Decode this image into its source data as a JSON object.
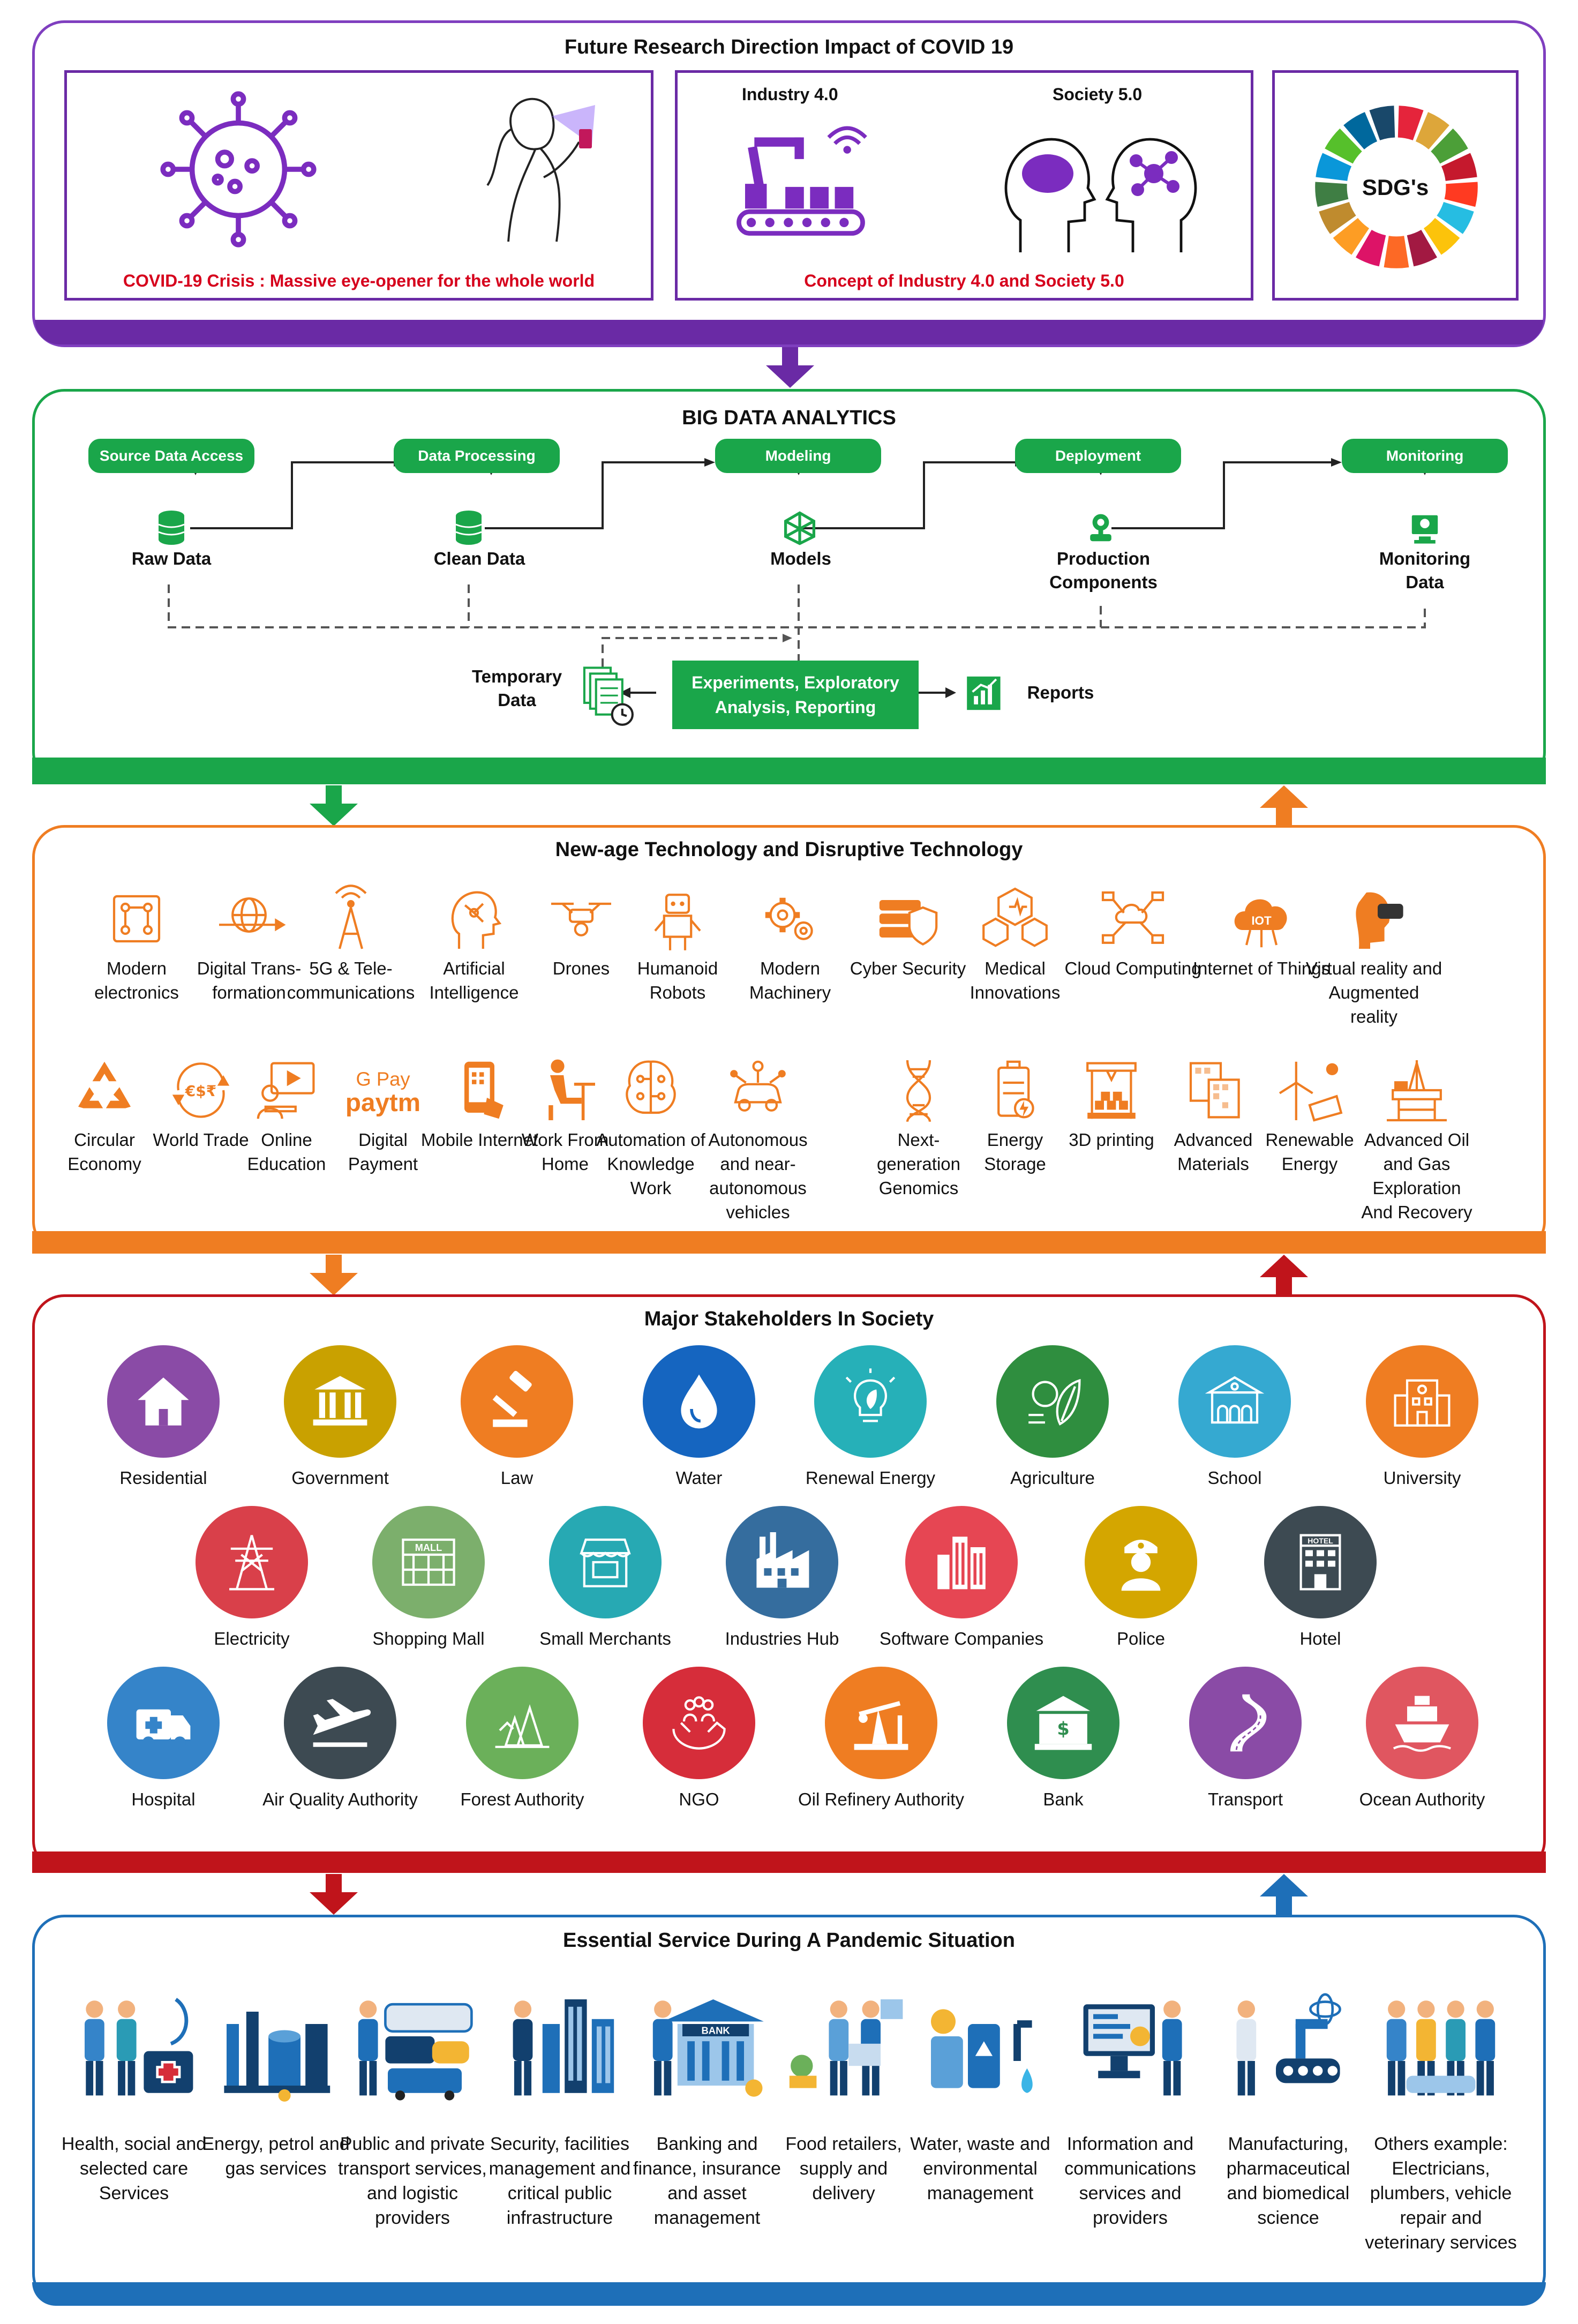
{
  "panel1": {
    "title": "Future Research Direction Impact of COVID 19",
    "covid_caption": "COVID-19 Crisis : Massive eye-opener for the whole world",
    "industry_label": "Industry 4.0",
    "society_label": "Society 5.0",
    "industry_caption": "Concept of Industry 4.0 and Society 5.0",
    "sdg_label": "SDG's",
    "color": "#6a2aa5"
  },
  "panel2": {
    "title": "BIG DATA ANALYTICS",
    "color": "#1aa64a",
    "steps": [
      "Source Data Access",
      "Data Processing",
      "Modeling",
      "Deployment",
      "Monitoring"
    ],
    "outputs": [
      "Raw Data",
      "Clean Data",
      "Models",
      "Production Components",
      "Monitoring Data"
    ],
    "temporary_data": "Temporary Data",
    "experiments": "Experiments, Exploratory Analysis, Reporting",
    "reports": "Reports"
  },
  "panel3": {
    "title": "New-age Technology and Disruptive Technology",
    "color": "#ef7d22",
    "row1": [
      {
        "label": "Modern electronics",
        "icon": "circuit-icon"
      },
      {
        "label": "Digital Trans-formation",
        "icon": "globe-transform-icon"
      },
      {
        "label": "5G & Tele-communications",
        "icon": "antenna-icon"
      },
      {
        "label": "Artificial Intelligence",
        "icon": "ai-head-icon"
      },
      {
        "label": "Drones",
        "icon": "drone-icon"
      },
      {
        "label": "Humanoid Robots",
        "icon": "robot-icon"
      },
      {
        "label": "Modern Machinery",
        "icon": "gears-icon"
      },
      {
        "label": "Cyber Security",
        "icon": "shield-server-icon"
      },
      {
        "label": "Medical Innovations",
        "icon": "medical-hex-icon"
      },
      {
        "label": "Cloud Computing",
        "icon": "cloud-network-icon"
      },
      {
        "label": "Internet of Things",
        "icon": "iot-cloud-icon"
      },
      {
        "label": "Virtual reality and Augmented reality",
        "icon": "vr-headset-icon"
      }
    ],
    "row2": [
      {
        "label": "Circular Economy",
        "icon": "recycle-icon"
      },
      {
        "label": "World Trade",
        "icon": "currency-icon"
      },
      {
        "label": "Online Education",
        "icon": "online-education-icon"
      },
      {
        "label": "Digital Payment",
        "icon": "paytm-icon"
      },
      {
        "label": "Mobile Internet",
        "icon": "mobile-icon"
      },
      {
        "label": "Work From Home",
        "icon": "work-home-icon"
      },
      {
        "label": "Automation of Knowledge Work",
        "icon": "brain-circuit-icon"
      },
      {
        "label": "Autonomous and near-autonomous vehicles",
        "icon": "autonomous-car-icon"
      },
      {
        "label": "Next-generation Genomics",
        "icon": "dna-icon"
      },
      {
        "label": "Energy Storage",
        "icon": "battery-icon"
      },
      {
        "label": "3D printing",
        "icon": "3d-printer-icon"
      },
      {
        "label": "Advanced Materials",
        "icon": "materials-icon"
      },
      {
        "label": "Renewable Energy",
        "icon": "wind-solar-icon"
      },
      {
        "label": "Advanced Oil and Gas Exploration And Recovery",
        "icon": "oil-rig-icon"
      }
    ],
    "paytm_text": "Pay",
    "paytm_word": "paytm",
    "iot_text": "IOT",
    "currency_text": "€$₹"
  },
  "panel4": {
    "title": "Major Stakeholders In Society",
    "color": "#c0141b",
    "row1": [
      {
        "label": "Residential",
        "color": "#8a4ba6",
        "icon": "house-icon"
      },
      {
        "label": "Government",
        "color": "#c9a100",
        "icon": "government-building-icon"
      },
      {
        "label": "Law",
        "color": "#ef7d22",
        "icon": "gavel-icon"
      },
      {
        "label": "Water",
        "color": "#1565c0",
        "icon": "water-drop-icon"
      },
      {
        "label": "Renewal Energy",
        "color": "#26b0b8",
        "icon": "bulb-leaf-icon"
      },
      {
        "label": "Agriculture",
        "color": "#2f8e3f",
        "icon": "leaf-icon"
      },
      {
        "label": "School",
        "color": "#35a9d1",
        "icon": "school-icon"
      },
      {
        "label": "University",
        "color": "#ef7d22",
        "icon": "university-icon"
      }
    ],
    "row2": [
      {
        "label": "Electricity",
        "color": "#d9404a",
        "icon": "pylon-icon"
      },
      {
        "label": "Shopping Mall",
        "color": "#7caf6c",
        "icon": "mall-icon"
      },
      {
        "label": "Small Merchants",
        "color": "#27a9b3",
        "icon": "shop-icon"
      },
      {
        "label": "Industries Hub",
        "color": "#356d9e",
        "icon": "factory-icon"
      },
      {
        "label": "Software Companies",
        "color": "#e64653",
        "icon": "skyscraper-icon"
      },
      {
        "label": "Police",
        "color": "#d4a600",
        "icon": "police-icon"
      },
      {
        "label": "Hotel",
        "color": "#3d4a52",
        "icon": "hotel-icon"
      }
    ],
    "row3": [
      {
        "label": "Hospital",
        "color": "#3584c9",
        "icon": "ambulance-icon"
      },
      {
        "label": "Air Quality Authority",
        "color": "#3d4a52",
        "icon": "airplane-icon"
      },
      {
        "label": "Forest Authority",
        "color": "#6bb05a",
        "icon": "forest-icon"
      },
      {
        "label": "NGO",
        "color": "#d62d3a",
        "icon": "hands-icon"
      },
      {
        "label": "Oil Refinery Authority",
        "color": "#ef7d22",
        "icon": "pumpjack-icon"
      },
      {
        "label": "Bank",
        "color": "#2f8e4f",
        "icon": "bank-icon"
      },
      {
        "label": "Transport",
        "color": "#8a4ba6",
        "icon": "road-icon"
      },
      {
        "label": "Ocean Authority",
        "color": "#e05660",
        "icon": "ship-icon"
      }
    ],
    "hotel_sign": "HOTEL",
    "mall_sign": "MALL"
  },
  "panel5": {
    "title": "Essential Service During A Pandemic Situation",
    "color": "#1e6fb8",
    "services": [
      {
        "label": "Health, social and selected care Services",
        "icon": "health-workers-icon"
      },
      {
        "label": "Energy, petrol and gas services",
        "icon": "energy-plant-icon"
      },
      {
        "label": "Public and private transport services, and logistic providers",
        "icon": "transport-icon"
      },
      {
        "label": "Security, facilities management and critical public infrastructure",
        "icon": "security-icon"
      },
      {
        "label": "Banking and finance, insurance and asset management",
        "icon": "banking-icon"
      },
      {
        "label": "Food retailers, supply and delivery",
        "icon": "food-delivery-icon"
      },
      {
        "label": "Water, waste and environmental management",
        "icon": "waste-icon"
      },
      {
        "label": "Information and communications services and providers",
        "icon": "ict-icon"
      },
      {
        "label": "Manufacturing, pharmaceutical and biomedical science",
        "icon": "manufacturing-icon"
      },
      {
        "label": "Others example: Electricians, plumbers, vehicle repair and veterinary services",
        "icon": "workers-icon"
      }
    ],
    "bank_sign": "BANK"
  }
}
